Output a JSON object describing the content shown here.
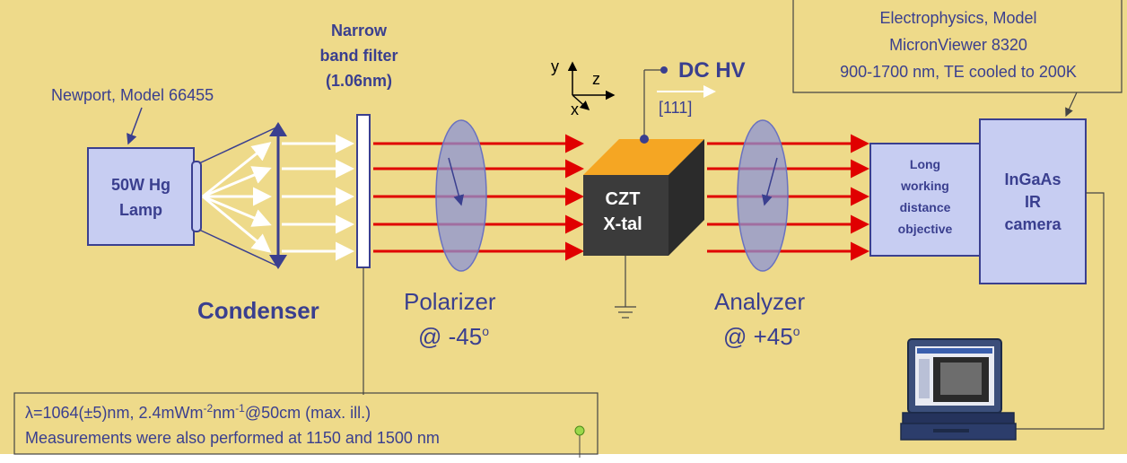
{
  "lamp": {
    "source_label": "Newport, Model 66455",
    "line1": "50W Hg",
    "line2": "Lamp"
  },
  "condenser": {
    "label": "Condenser"
  },
  "filter": {
    "line1": "Narrow",
    "line2": "band filter",
    "line3": "(1.06nm)"
  },
  "polarizer": {
    "label": "Polarizer",
    "angle": "@ -45",
    "angle_sup": "o"
  },
  "analyzer": {
    "label": "Analyzer",
    "angle": "@ +45",
    "angle_sup": "o"
  },
  "axes": {
    "y": "y",
    "z": "z",
    "x": "x"
  },
  "crystal": {
    "line1": "CZT",
    "line2": "X-tal",
    "hv_label": "DC HV",
    "orientation": "[111]"
  },
  "objective": {
    "line1": "Long",
    "line2": "working",
    "line3": "distance",
    "line4": "objective"
  },
  "camera": {
    "line1": "InGaAs",
    "line2": "IR",
    "line3": "camera",
    "spec_line1": "Electrophysics, Model",
    "spec_line2": "MicronViewer 8320",
    "spec_line3": "900-1700 nm, TE cooled to 200K"
  },
  "note": {
    "line1_lambda": "λ",
    "line1_a": "=1064(±5)nm, 2.4mWm",
    "line1_sup1": "-2",
    "line1_b": "nm",
    "line1_sup2": "-1",
    "line1_c": "@50cm (max. ill.)",
    "line2": "Measurements were also performed at 1150 and 1500 nm"
  },
  "colors": {
    "background": "#eeda8a",
    "beam": "#e00000",
    "white_rays": "#ffffff",
    "box_fill": "#c7cdf2",
    "box_text": "#3a3f8f",
    "crystal_top": "#f5a623",
    "crystal_front": "#3b3b3b",
    "lens": "#8b93d6",
    "line": "#444444"
  }
}
